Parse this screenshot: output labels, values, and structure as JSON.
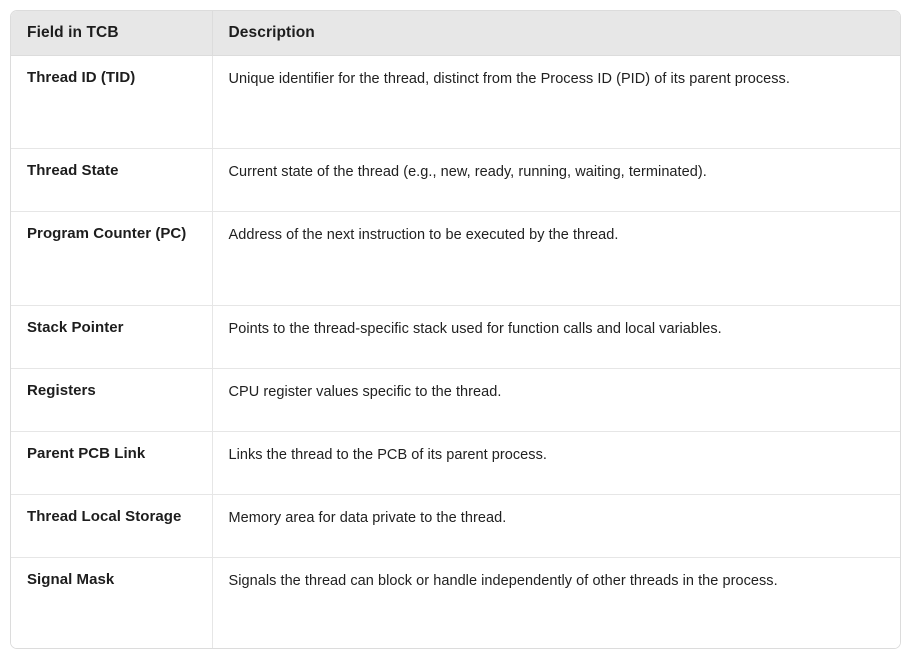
{
  "table": {
    "columns": [
      "Field in TCB",
      "Description"
    ],
    "rows": [
      {
        "field": "Thread ID (TID)",
        "description": "Unique identifier for the thread, distinct from the Process ID (PID) of its parent process."
      },
      {
        "field": "Thread State",
        "description": "Current state of the thread (e.g., new, ready, running, waiting, terminated)."
      },
      {
        "field": "Program Counter (PC)",
        "description": "Address of the next instruction to be executed by the thread."
      },
      {
        "field": "Stack Pointer",
        "description": "Points to the thread-specific stack used for function calls and local variables."
      },
      {
        "field": "Registers",
        "description": "CPU register values specific to the thread."
      },
      {
        "field": "Parent PCB Link",
        "description": "Links the thread to the PCB of its parent process."
      },
      {
        "field": "Thread Local Storage",
        "description": "Memory area for data private to the thread."
      },
      {
        "field": "Signal Mask",
        "description": "Signals the thread can block or handle independently of other threads in the process."
      }
    ]
  },
  "style": {
    "header_background": "#e7e7e7",
    "border_color": "#dcdcdc",
    "row_divider_color": "#e6e6e6",
    "text_color": "#1d1d1d",
    "page_background": "#ffffff"
  }
}
